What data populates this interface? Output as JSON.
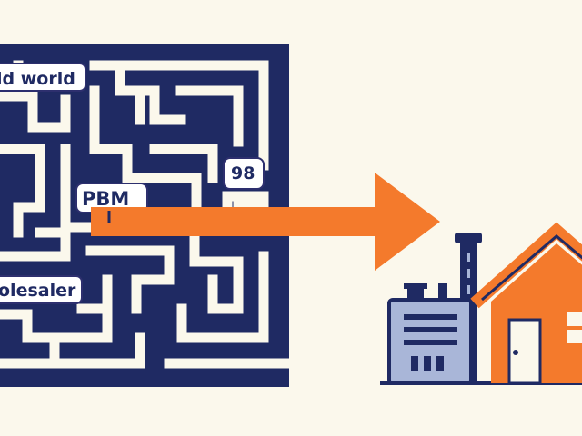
{
  "labels": {
    "world": "ld world",
    "number": "98",
    "pbm": "PBM",
    "wholesaler": "olesaler"
  },
  "colors": {
    "background": "#fbf8ec",
    "navy": "#1f2a63",
    "orange": "#f47a2c",
    "factory_fill": "#a9b6d8",
    "window": "#ffffff"
  }
}
